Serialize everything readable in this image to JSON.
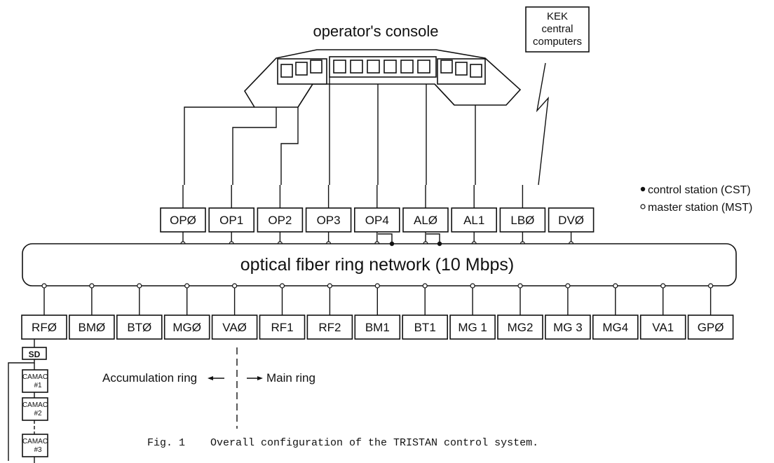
{
  "console": {
    "title": "operator's console"
  },
  "kek": {
    "line1": "KEK",
    "line2": "central",
    "line3": "computers"
  },
  "legend": {
    "control": "control station (CST)",
    "master": "master station (MST)"
  },
  "ring": {
    "label": "optical fiber ring network (10 Mbps)"
  },
  "top_stations": [
    "OPØ",
    "OP1",
    "OP2",
    "OP3",
    "OP4",
    "ALØ",
    "AL1",
    "LBØ",
    "DVØ"
  ],
  "bottom_stations": [
    "RFØ",
    "BMØ",
    "BTØ",
    "MGØ",
    "VAØ",
    "RF1",
    "RF2",
    "BM1",
    "BT1",
    "MG 1",
    "MG2",
    "MG 3",
    "MG4",
    "VA1",
    "GPØ"
  ],
  "sd": {
    "label": "SD"
  },
  "camac": [
    {
      "line1": "CAMAC",
      "line2": "#1"
    },
    {
      "line1": "CAMAC",
      "line2": "#2"
    },
    {
      "line1": "CAMAC",
      "line2": "#3"
    }
  ],
  "ring_split": {
    "left": "Accumulation ring",
    "right": "Main ring"
  },
  "caption": {
    "fig": "Fig. 1",
    "text": "Overall configuration of the TRISTAN control system."
  }
}
